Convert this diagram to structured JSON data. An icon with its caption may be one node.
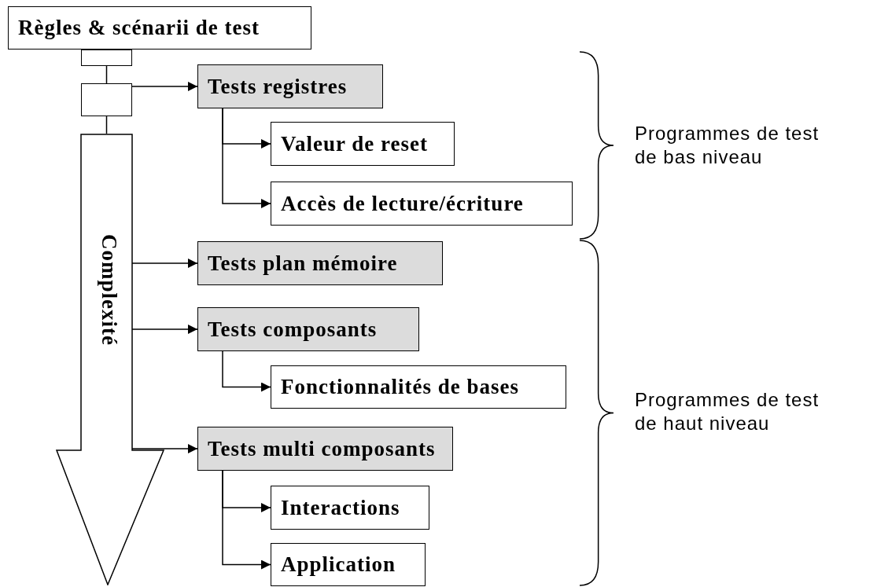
{
  "diagram": {
    "nodes": [
      {
        "text": [
          "Règles & scénarii de test"
        ]
      },
      {
        "text": [],
        "shape": "box"
      },
      {
        "text": [],
        "shape": "box"
      },
      {
        "text": [
          "Complexité"
        ]
      },
      {
        "text": [
          "Tests registres"
        ]
      },
      {
        "text": [
          "Valeur de reset"
        ]
      },
      {
        "text": [
          "Accès de lecture/écriture"
        ]
      },
      {
        "text": [
          "Tests plan mémoire"
        ]
      },
      {
        "text": [
          "Tests composants"
        ]
      },
      {
        "text": [
          "Fonctionnalités de bases"
        ]
      },
      {
        "text": [
          "Tests multi composants"
        ]
      },
      {
        "text": [
          "Interactions"
        ]
      },
      {
        "text": [
          "Application"
        ]
      }
    ],
    "edges": [
      {
        "from": 1,
        "to": 2,
        "arrow": "none"
      },
      {
        "from": 2,
        "to": 3,
        "arrow": "none"
      },
      {
        "from": 2,
        "to": 4,
        "arrow": "to"
      },
      {
        "from": 4,
        "to": 5,
        "arrow": "to"
      },
      {
        "from": 4,
        "to": 6,
        "arrow": "to"
      },
      {
        "from": 3,
        "to": 7,
        "arrow": "to"
      },
      {
        "from": 3,
        "to": 8,
        "arrow": "to"
      },
      {
        "from": 8,
        "to": 9,
        "arrow": "to"
      },
      {
        "from": 3,
        "to": 10,
        "arrow": "to"
      },
      {
        "from": 10,
        "to": 11,
        "arrow": "to"
      },
      {
        "from": 10,
        "to": 12,
        "arrow": "to"
      }
    ],
    "labels": [
      "Programmes de test de bas niveau",
      "Programmes de test de haut niveau"
    ]
  }
}
